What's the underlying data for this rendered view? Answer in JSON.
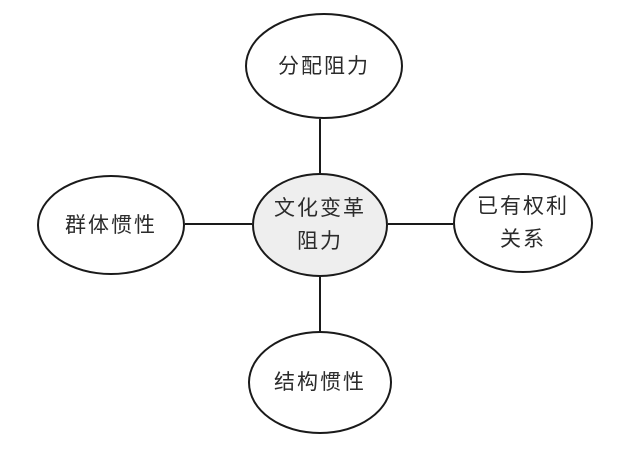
{
  "diagram": {
    "type": "spoke-concept-map",
    "center_node": {
      "label": "文化变革\n阻力"
    },
    "nodes": [
      {
        "position": "top",
        "label": "分配阻力"
      },
      {
        "position": "right",
        "label": "已有权利\n关系"
      },
      {
        "position": "bottom",
        "label": "结构惯性"
      },
      {
        "position": "left",
        "label": "群体惯性"
      }
    ],
    "connectors": [
      {
        "from": "center",
        "to": "top"
      },
      {
        "from": "center",
        "to": "right"
      },
      {
        "from": "center",
        "to": "bottom"
      },
      {
        "from": "center",
        "to": "left"
      }
    ],
    "colors": {
      "background": "#ffffff",
      "stroke": "#1a1a1a",
      "center_fill": "#eeeeee",
      "text": "#2b2b2b"
    }
  }
}
